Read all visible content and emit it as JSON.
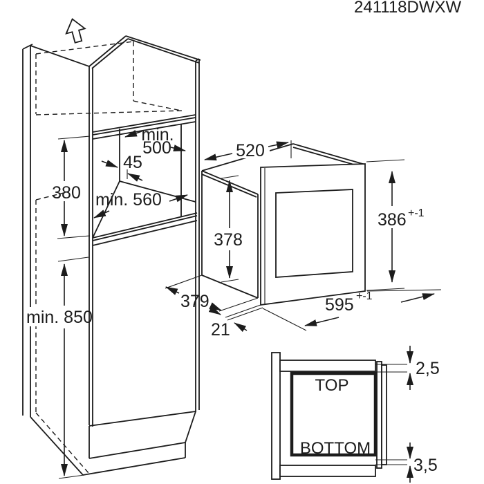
{
  "title": "241118DWXW",
  "colors": {
    "line": "#1c1c1c",
    "background": "#ffffff"
  },
  "cabinet": {
    "niche_width_min_line1": "min.",
    "niche_width_min_line2": "500",
    "left_spacer_width": "45",
    "niche_height": "380",
    "niche_depth_min": "min. 560",
    "base_height_min": "min. 850"
  },
  "microwave": {
    "width": "520",
    "body_height": "378",
    "front_height": "386",
    "front_height_tol": "+-1",
    "front_width": "595",
    "front_width_tol": "+-1",
    "body_depth": "379",
    "front_protrusion": "21"
  },
  "detail_view": {
    "top_label": "TOP",
    "bottom_label": "BOTTOM",
    "top_gap": "2,5",
    "bottom_gap": "3,5"
  }
}
